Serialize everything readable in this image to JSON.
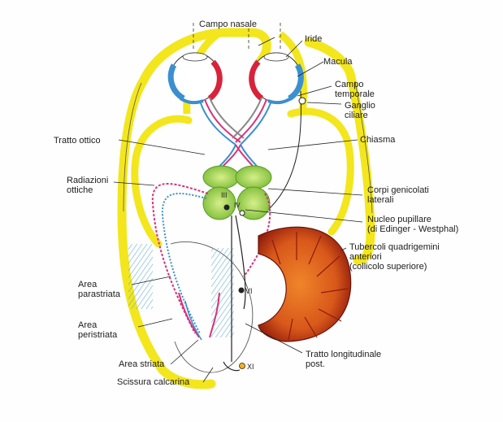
{
  "labels": {
    "campo_nasale": "Campo nasale",
    "iride": "Iride",
    "macula": "Macula",
    "campo_temporale_1": "Campo",
    "campo_temporale_2": "temporale",
    "ganglio_ciliare_1": "Ganglio",
    "ganglio_ciliare_2": "ciliare",
    "tratto_ottico": "Tratto ottico",
    "chiasma": "Chiasma",
    "radiazioni_1": "Radiazioni",
    "radiazioni_2": "ottiche",
    "corpi_1": "Corpi genicolati",
    "corpi_2": "laterali",
    "nucleo_1": "Nucleo pupillare",
    "nucleo_2": "(di Edinger - Westphal)",
    "tubercoli_1": "Tubercoli quadrigemini",
    "tubercoli_2": "anteriori",
    "tubercoli_3": "(collicolo superiore)",
    "parastriata_1": "Area",
    "parastriata_2": "parastriata",
    "peristriata_1": "Area",
    "peristriata_2": "peristriata",
    "striata": "Area striata",
    "scissura": "Scissura calcarina",
    "tratto_long_1": "Tratto longitudinale",
    "tratto_long_2": "post.",
    "nucleus_III": "III",
    "nucleus_IV": "IV",
    "nucleus_VI": "VI",
    "nucleus_XI": "XI"
  },
  "colors": {
    "cortex_yellow": "#f3e61c",
    "geniculate_green": "#86c540",
    "geniculate_light": "#d6ef8a",
    "colliculus_orange": "#d8581a",
    "colliculus_dark": "#8f1a0c",
    "visual_field_blue": "#3a8fd0",
    "visual_field_red": "#d8233b",
    "pathway_pink": "#d8317a",
    "line_dark": "#222222"
  }
}
